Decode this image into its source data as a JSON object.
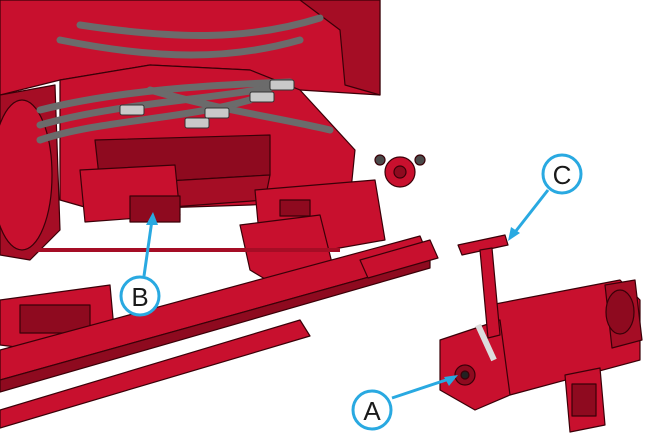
{
  "callouts": {
    "a": {
      "label": "A"
    },
    "b": {
      "label": "B"
    },
    "c": {
      "label": "C"
    }
  },
  "colors": {
    "body_red": "#c8102e",
    "dark_red": "#8e0a1f",
    "mid_red": "#a50d25",
    "hose_gray": "#6b6b6b",
    "callout_blue": "#29a9e1",
    "outline": "#3a0008"
  }
}
